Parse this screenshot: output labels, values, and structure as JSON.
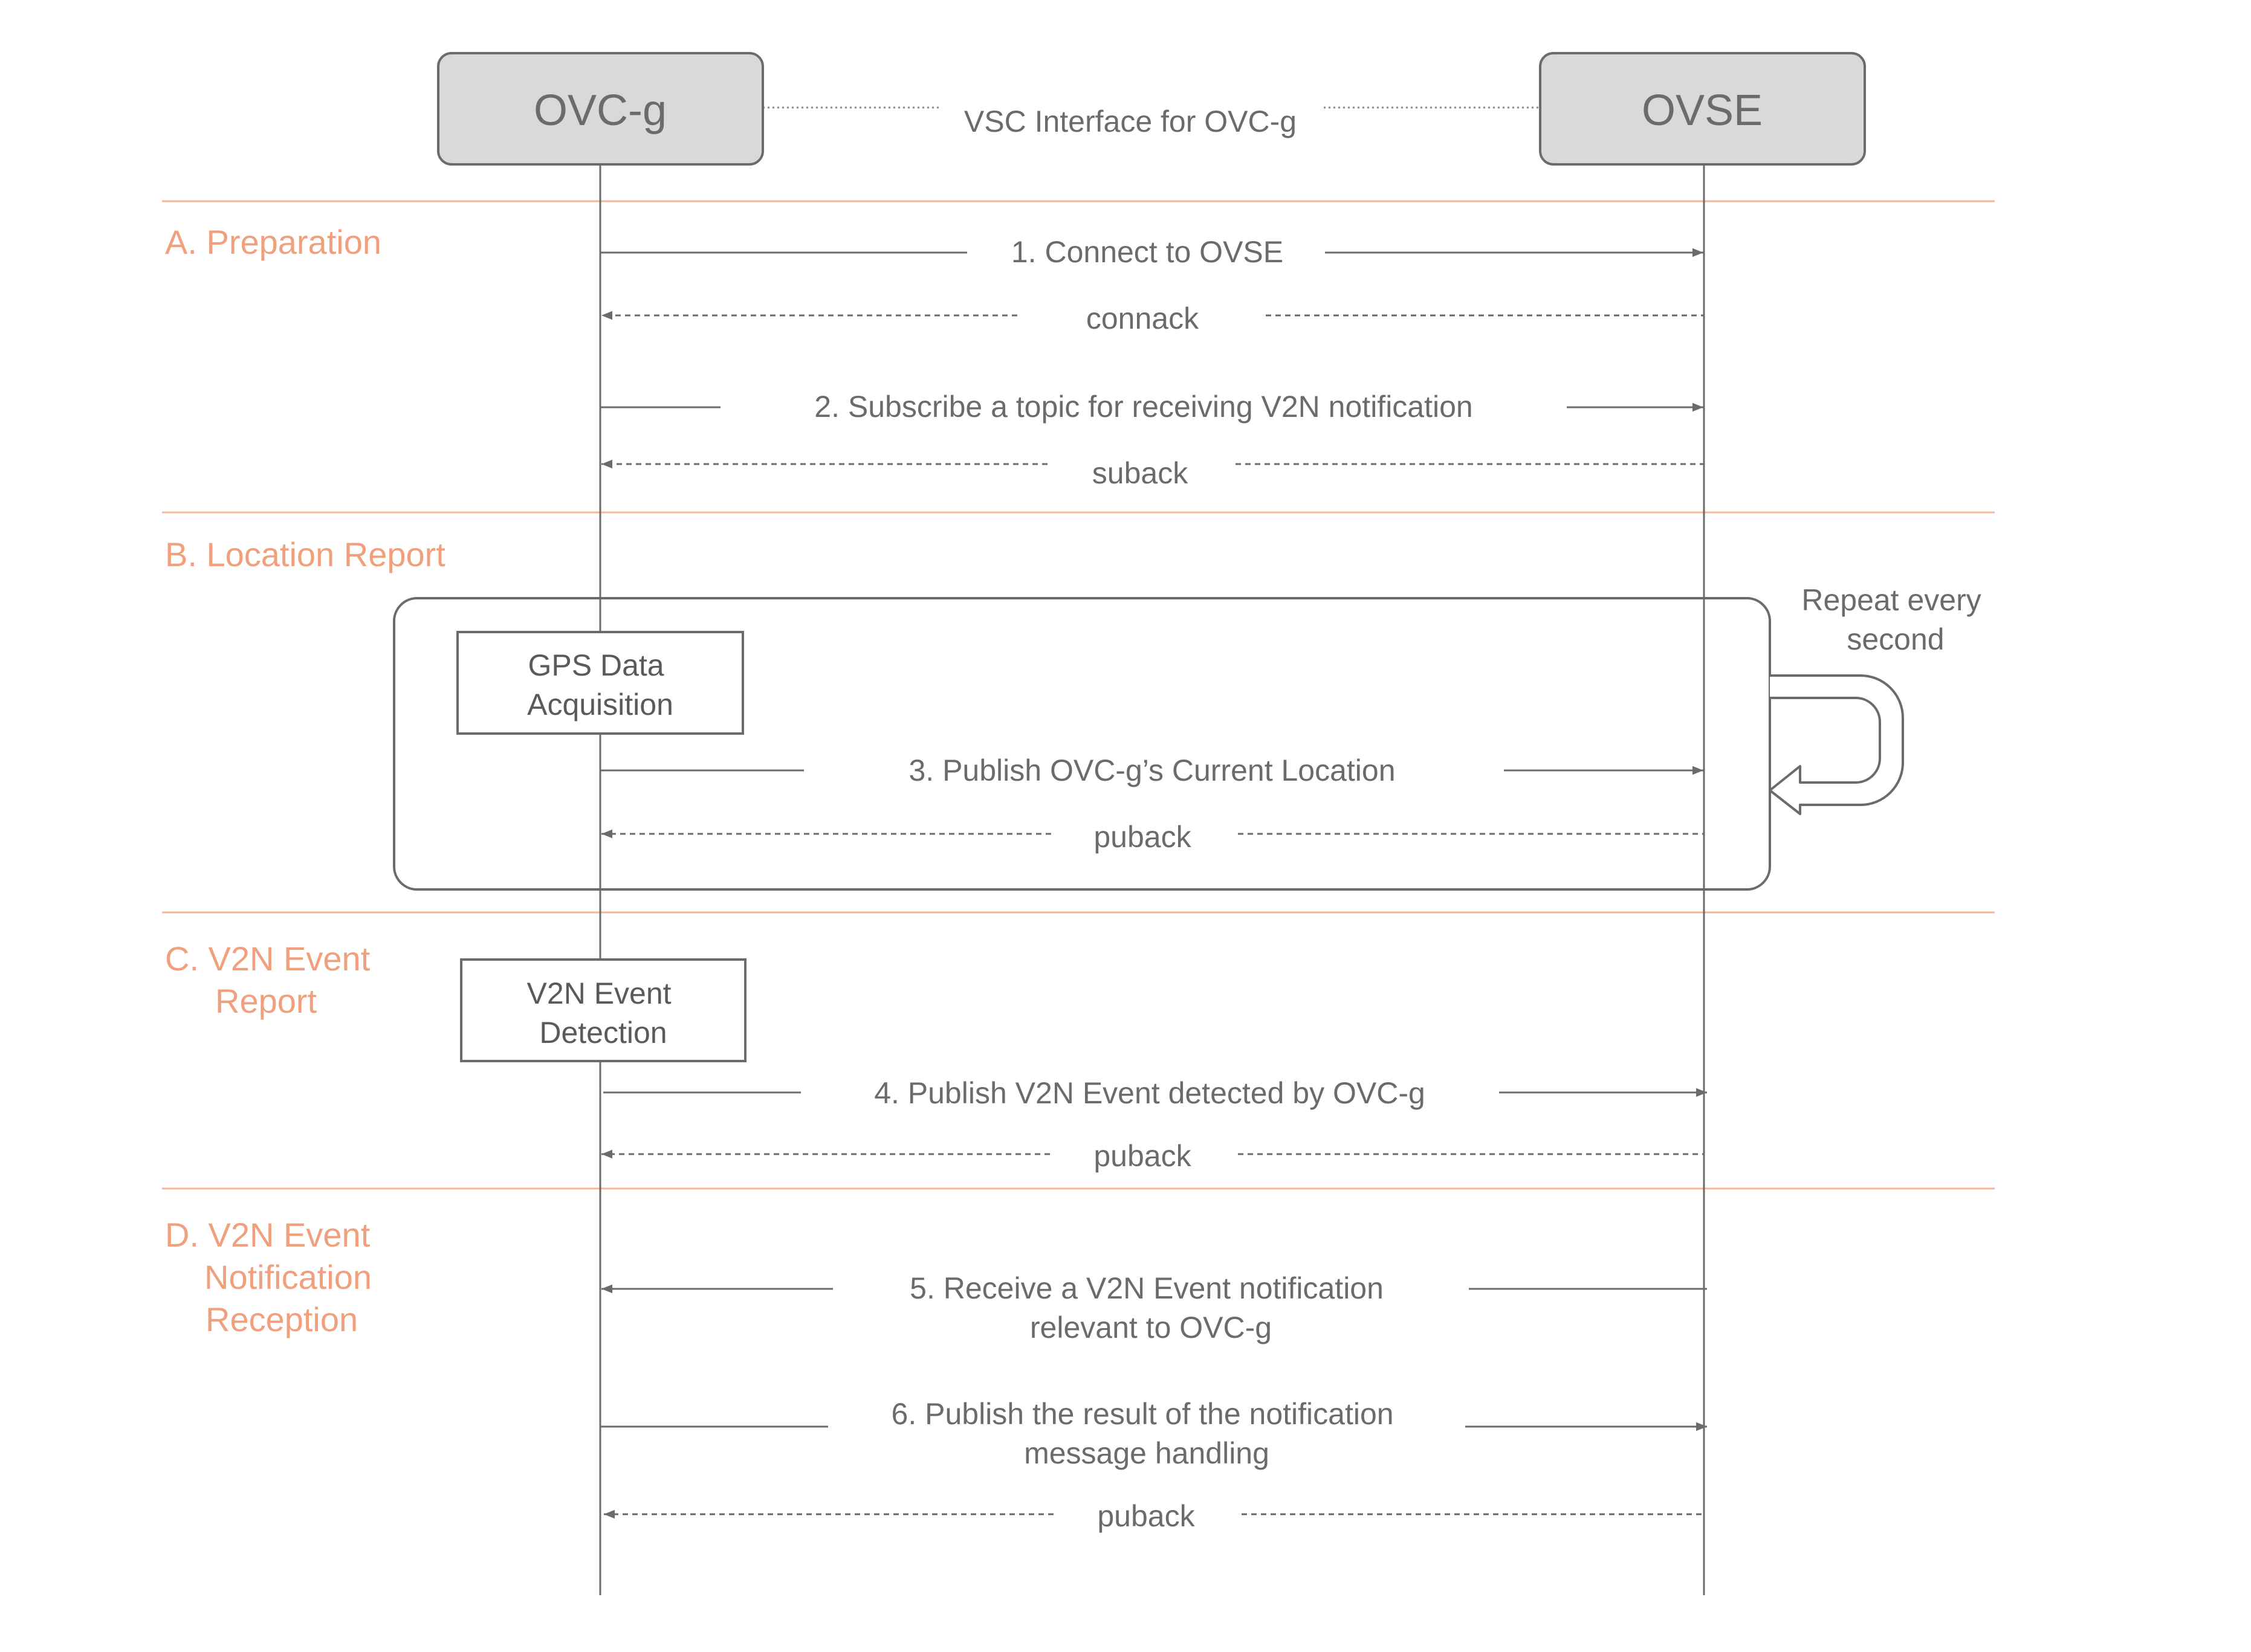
{
  "actors": {
    "left": "OVC-g",
    "right": "OVSE",
    "interface_label": "VSC Interface for OVC-g"
  },
  "phases": {
    "a": "A. Preparation",
    "b": "B. Location Report",
    "c": [
      "C. V2N Event",
      "Report"
    ],
    "d": [
      "D. V2N Event",
      "Notification",
      "Reception"
    ]
  },
  "messages": {
    "m1": "1. Connect to OVSE",
    "connack": "connack",
    "m2": "2. Subscribe a topic for receiving V2N notification",
    "suback": "suback",
    "m3": "3. Publish OVC-g’s Current Location",
    "puback3": "puback",
    "m4": "4. Publish V2N Event detected by OVC-g",
    "puback4": "puback",
    "m5": [
      "5. Receive a V2N Event notification",
      "relevant to OVC-g"
    ],
    "m6": [
      "6. Publish the result of the notification",
      "message handling"
    ],
    "puback6": "puback"
  },
  "boxes": {
    "gps": [
      "GPS Data",
      "Acquisition"
    ],
    "v2n_detection": [
      "V2N Event",
      "Detection"
    ]
  },
  "loop_label": [
    "Repeat every",
    "second"
  ],
  "colors": {
    "phase_accent": "#f0a07c",
    "actor_fill": "#d9d9d9",
    "line": "#6b6b6b"
  }
}
